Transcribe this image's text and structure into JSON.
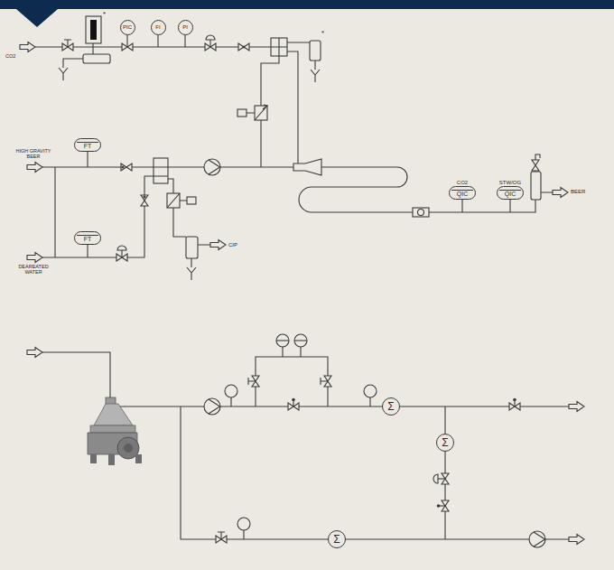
{
  "diagram": {
    "nodes": [
      {
        "text": [
          "PIC"
        ]
      },
      {
        "text": [
          "FI"
        ]
      },
      {
        "text": [
          "PI"
        ]
      },
      {
        "text": [
          "FT"
        ]
      },
      {
        "text": [
          "CO2",
          "QIC"
        ]
      },
      {
        "text": [
          "STW/OG",
          "QIC"
        ]
      },
      {
        "text": [
          "FT"
        ]
      },
      {
        "text": [
          "Σ"
        ]
      },
      {
        "text": [
          "Σ"
        ]
      },
      {
        "text": [
          "Σ"
        ]
      }
    ],
    "labels": [
      "*",
      "*",
      "CO2",
      "HIGH GRAVITY BEER",
      "BEER",
      "CIP",
      "DEAREATED WATER"
    ]
  }
}
